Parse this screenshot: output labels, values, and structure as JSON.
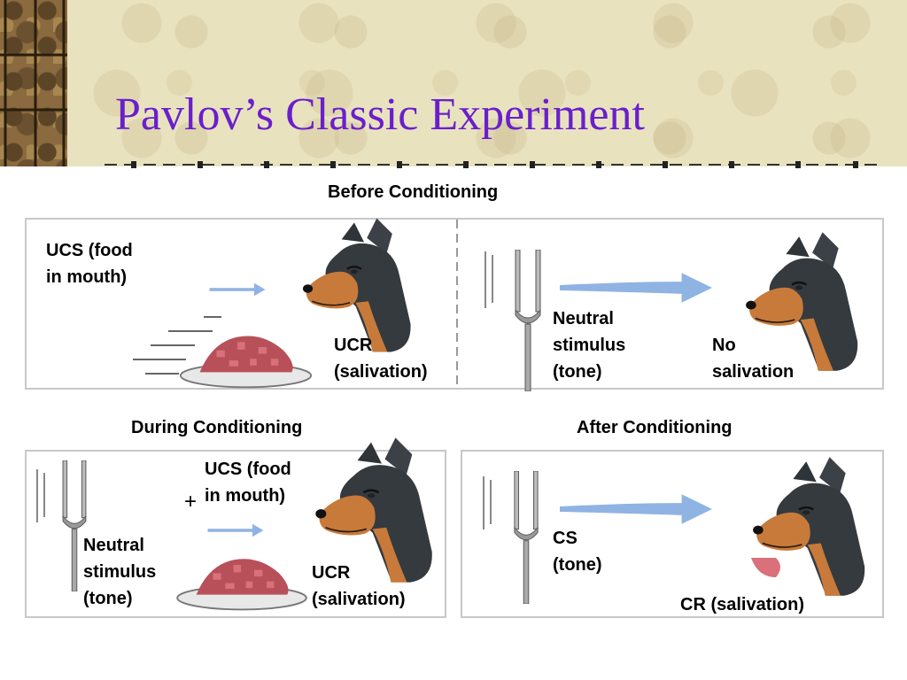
{
  "slide": {
    "title": "Pavlov’s Classic Experiment"
  },
  "sections": {
    "before": {
      "heading": "Before Conditioning",
      "left_stimulus_line1": "UCS (food",
      "left_stimulus_line2": "in mouth)",
      "left_response_line1": "UCR",
      "left_response_line2": "(salivation)",
      "right_stimulus_line1": "Neutral",
      "right_stimulus_line2": "stimulus",
      "right_stimulus_line3": "(tone)",
      "right_response_line1": "No",
      "right_response_line2": "salivation"
    },
    "during": {
      "heading": "During Conditioning",
      "ucs_line1": "UCS (food",
      "ucs_line2": "in mouth)",
      "neutral_line1": "Neutral",
      "neutral_line2": "stimulus",
      "neutral_line3": "(tone)",
      "plus": "+",
      "response_line1": "UCR",
      "response_line2": "(salivation)"
    },
    "after": {
      "heading": "After Conditioning",
      "stimulus_line1": "CS",
      "stimulus_line2": "(tone)",
      "response": "CR (salivation)"
    }
  },
  "colors": {
    "title": "#6a1fcc",
    "arrow": "#8fb3e3",
    "panel_border": "#c8c8c8",
    "dog_dark": "#2f3438",
    "dog_tan": "#c77a3a",
    "food": "#b8505a",
    "tongue": "#d9707a"
  }
}
